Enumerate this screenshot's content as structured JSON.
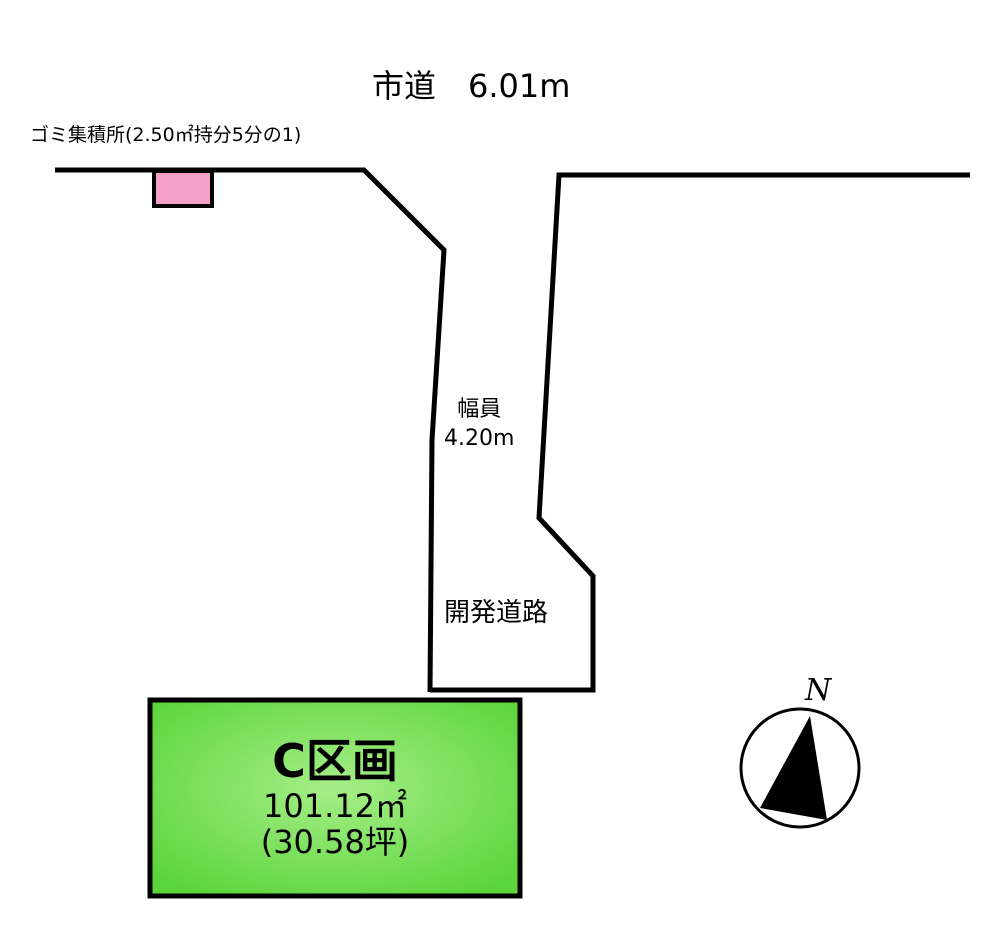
{
  "colors": {
    "line": "#000000",
    "background": "#ffffff",
    "lot_fill_center": "#a6ee88",
    "lot_fill_edge": "#5cd53c",
    "garbage_fill": "#f39fca"
  },
  "road": {
    "title": "市道　6.01m"
  },
  "garbage": {
    "label": "ゴミ集積所(2.50㎡持分5分の1)"
  },
  "dev_road": {
    "width_label_line1": "幅員",
    "width_label_line2": "4.20m",
    "name": "開発道路"
  },
  "lot": {
    "name": "C区画",
    "area": "101.12㎡",
    "tsubo": "(30.58坪)"
  },
  "compass": {
    "label": "N",
    "icon": "north-arrow-icon"
  }
}
